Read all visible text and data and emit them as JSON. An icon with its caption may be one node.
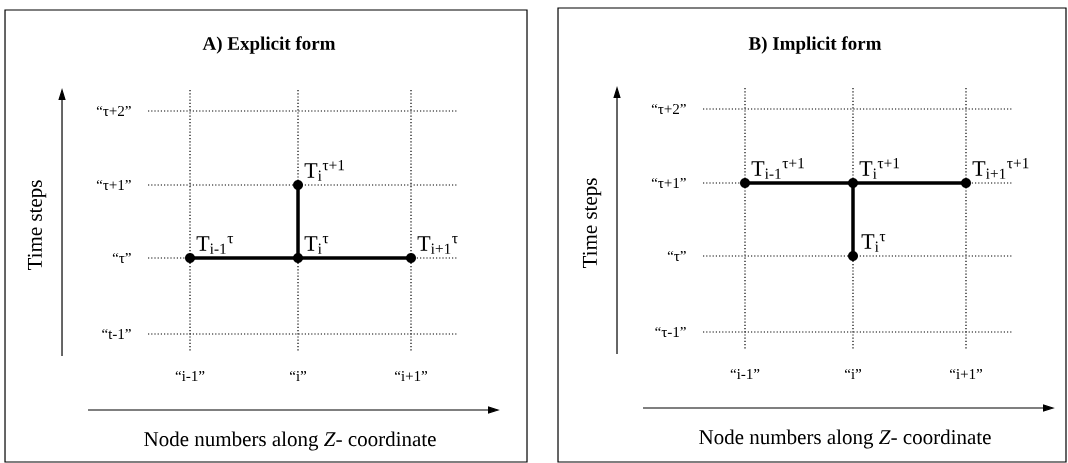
{
  "diagram": {
    "nodes": [
      {
        "text": [
          "A)  Explicit form"
        ]
      },
      {
        "text": [
          "T$_{i}$$^{τ+1}$"
        ],
        "in": 0
      },
      {
        "text": [
          "T$_{i-1}$$^{τ}$"
        ],
        "in": 0
      },
      {
        "text": [
          "T$_{i}$$^{τ}$"
        ],
        "in": 0
      },
      {
        "text": [
          "T$_{i+1}$$^{τ}$"
        ],
        "in": 0
      },
      {
        "text": [
          "B)  Implicit form"
        ]
      },
      {
        "text": [
          "T$_{i-1}$$^{τ+1}$"
        ],
        "in": 5
      },
      {
        "text": [
          "T$_{i}$$^{τ+1}$"
        ],
        "in": 5
      },
      {
        "text": [
          "T$_{i+1}$$^{τ+1}$"
        ],
        "in": 5
      },
      {
        "text": [
          "T$_{i}$$^{τ}$"
        ],
        "in": 5
      }
    ],
    "edges": [
      {
        "from": 2,
        "to": 3,
        "arrow": "none"
      },
      {
        "from": 3,
        "to": 4,
        "arrow": "none"
      },
      {
        "from": 3,
        "to": 1,
        "arrow": "none"
      },
      {
        "from": 6,
        "to": 7,
        "arrow": "none"
      },
      {
        "from": 7,
        "to": 8,
        "arrow": "none"
      },
      {
        "from": 7,
        "to": 9,
        "arrow": "none"
      }
    ],
    "labels": [
      "Time steps",
      "“τ+2”",
      "“τ+1”",
      "“τ”",
      "“t-1”",
      "“i-1”",
      "“i”",
      "“i+1”",
      "Node numbers along *Z*- coordinate",
      "Time steps",
      "“τ+2”",
      "“τ+1”",
      "“τ”",
      "“τ-1”",
      "“i-1”",
      "“i”",
      "“i+1”",
      "Node numbers along *Z*- coordinate"
    ]
  }
}
